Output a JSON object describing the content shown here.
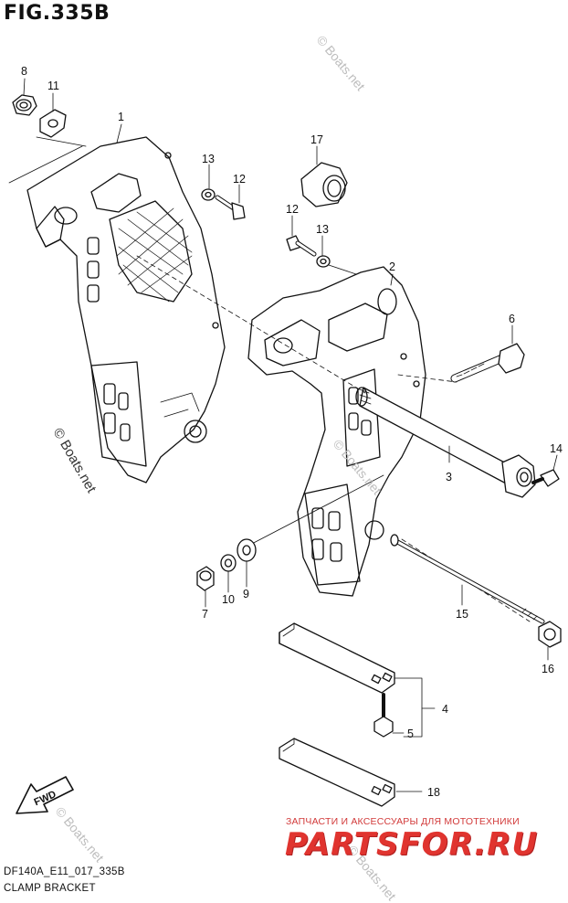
{
  "figure": {
    "title": "FIG.335B",
    "code": "DF140A_E11_017_335B",
    "caption": "CLAMP BRACKET"
  },
  "callouts": [
    "1",
    "2",
    "3",
    "4",
    "5",
    "6",
    "7",
    "8",
    "9",
    "10",
    "11",
    "12",
    "13",
    "14",
    "15",
    "16",
    "17",
    "18"
  ],
  "callout_dup": {
    "12b": "12",
    "13b": "13"
  },
  "fwd_label": "FWD",
  "watermarks": {
    "vertical": "© Boats.net",
    "diagonal": "© Boats.net"
  },
  "shop_watermark": {
    "subtitle": "ЗАПЧАСТИ И АКСЕССУАРЫ ДЛЯ МОТОТЕХНИКИ",
    "logo": "PARTSFOR.RU",
    "logo_color": "#e0342f"
  },
  "colors": {
    "line": "#111111",
    "paper": "#ffffff",
    "watermark": "#bdbdbd"
  }
}
